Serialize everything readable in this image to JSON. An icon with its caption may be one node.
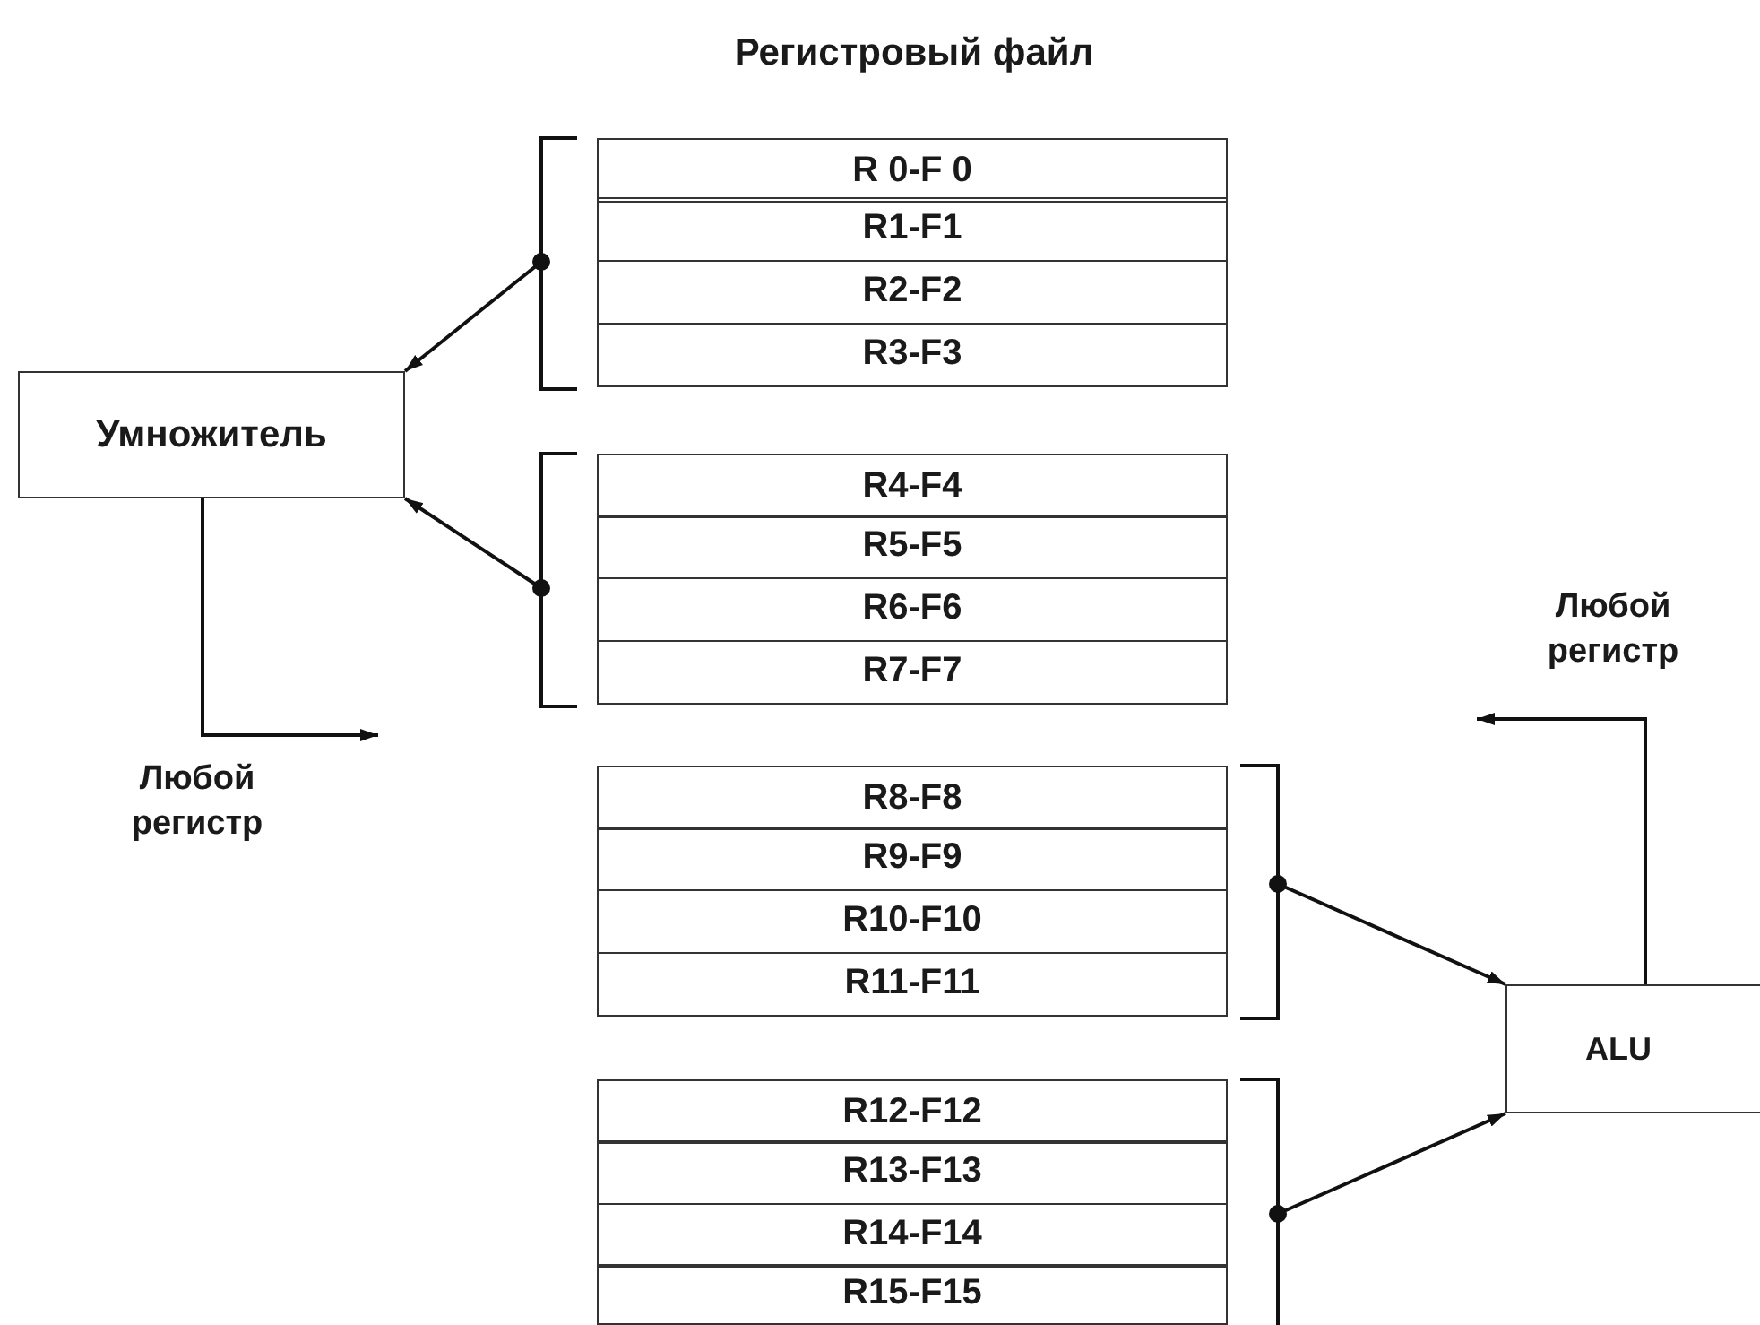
{
  "diagram": {
    "title": "Регистровый файл",
    "nodes": [
      {
        "text": [
          "R 0-F 0"
        ]
      },
      {
        "text": [
          "R1-F1"
        ]
      },
      {
        "text": [
          "R2-F2"
        ]
      },
      {
        "text": [
          "R3-F3"
        ]
      },
      {
        "text": [],
        "shape": "bracket"
      },
      {
        "text": [
          "Умножитель"
        ]
      },
      {
        "text": [
          "R4-F4"
        ]
      },
      {
        "text": [
          "R5-F5"
        ]
      },
      {
        "text": [
          "R6-F6"
        ]
      },
      {
        "text": [
          "R7-F7"
        ]
      },
      {
        "text": [],
        "shape": "bracket"
      },
      {
        "text": [
          "R8-F8"
        ]
      },
      {
        "text": [
          "R9-F9"
        ]
      },
      {
        "text": [
          "R10-F10"
        ]
      },
      {
        "text": [
          "R11-F11"
        ]
      },
      {
        "text": [],
        "shape": "bracket"
      },
      {
        "text": [
          "ALU"
        ]
      },
      {
        "text": [
          "R12-F12"
        ]
      },
      {
        "text": [
          "R13-F13"
        ]
      },
      {
        "text": [
          "R14-F14"
        ]
      },
      {
        "text": [
          "R15-F15"
        ]
      },
      {
        "text": [],
        "shape": "bracket"
      }
    ],
    "edges": [
      {
        "from": 4,
        "to": 5,
        "arrow": "to"
      },
      {
        "from": 10,
        "to": 5,
        "arrow": "to"
      },
      {
        "from": 5,
        "to": null,
        "arrow": "to"
      },
      {
        "from": 15,
        "to": 16,
        "arrow": "to"
      },
      {
        "from": 21,
        "to": 16,
        "arrow": "to"
      },
      {
        "from": 16,
        "to": null,
        "arrow": "to"
      }
    ],
    "labels": [
      "Любой регистр",
      "Любой регистр"
    ]
  }
}
